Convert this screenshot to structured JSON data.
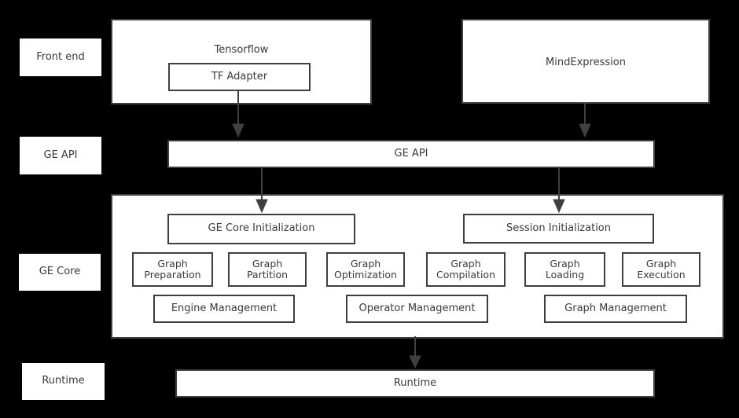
{
  "diagram": {
    "background_color": "#000000",
    "node_fill": "#ffffff",
    "node_stroke": "#3f3f3f",
    "text_color": "#3a3a3a",
    "stage_labels": [
      {
        "label": "Front end"
      },
      {
        "label": "GE API"
      },
      {
        "label": "GE Core"
      },
      {
        "label": "Runtime"
      }
    ],
    "frontend": {
      "tensorflow": {
        "label": "Tensorflow"
      },
      "tf_adapter": {
        "label": "TF Adapter"
      },
      "mindexpression": {
        "label": "MindExpression"
      }
    },
    "ge_api_bar": {
      "label": "GE API"
    },
    "ge_core": {
      "init_row": [
        {
          "label": "GE Core Initialization"
        },
        {
          "label": "Session Initialization"
        }
      ],
      "module_row": [
        {
          "label": "Graph\nPreparation"
        },
        {
          "label": "Graph\nPartition"
        },
        {
          "label": "Graph\nOptimization"
        },
        {
          "label": "Graph\nCompilation"
        },
        {
          "label": "Graph\nLoading"
        },
        {
          "label": "Graph\nExecution"
        }
      ],
      "management_row": [
        {
          "label": "Engine Management"
        },
        {
          "label": "Operator Management"
        },
        {
          "label": "Graph Management"
        }
      ]
    },
    "runtime_bar": {
      "label": "Runtime"
    },
    "connectors": [
      {
        "name": "tf-adapter-to-ge-api"
      },
      {
        "name": "mindexpression-to-ge-api"
      },
      {
        "name": "ge-api-to-ge-core-initialization"
      },
      {
        "name": "ge-api-to-session-initialization"
      },
      {
        "name": "ge-core-to-runtime"
      }
    ]
  }
}
